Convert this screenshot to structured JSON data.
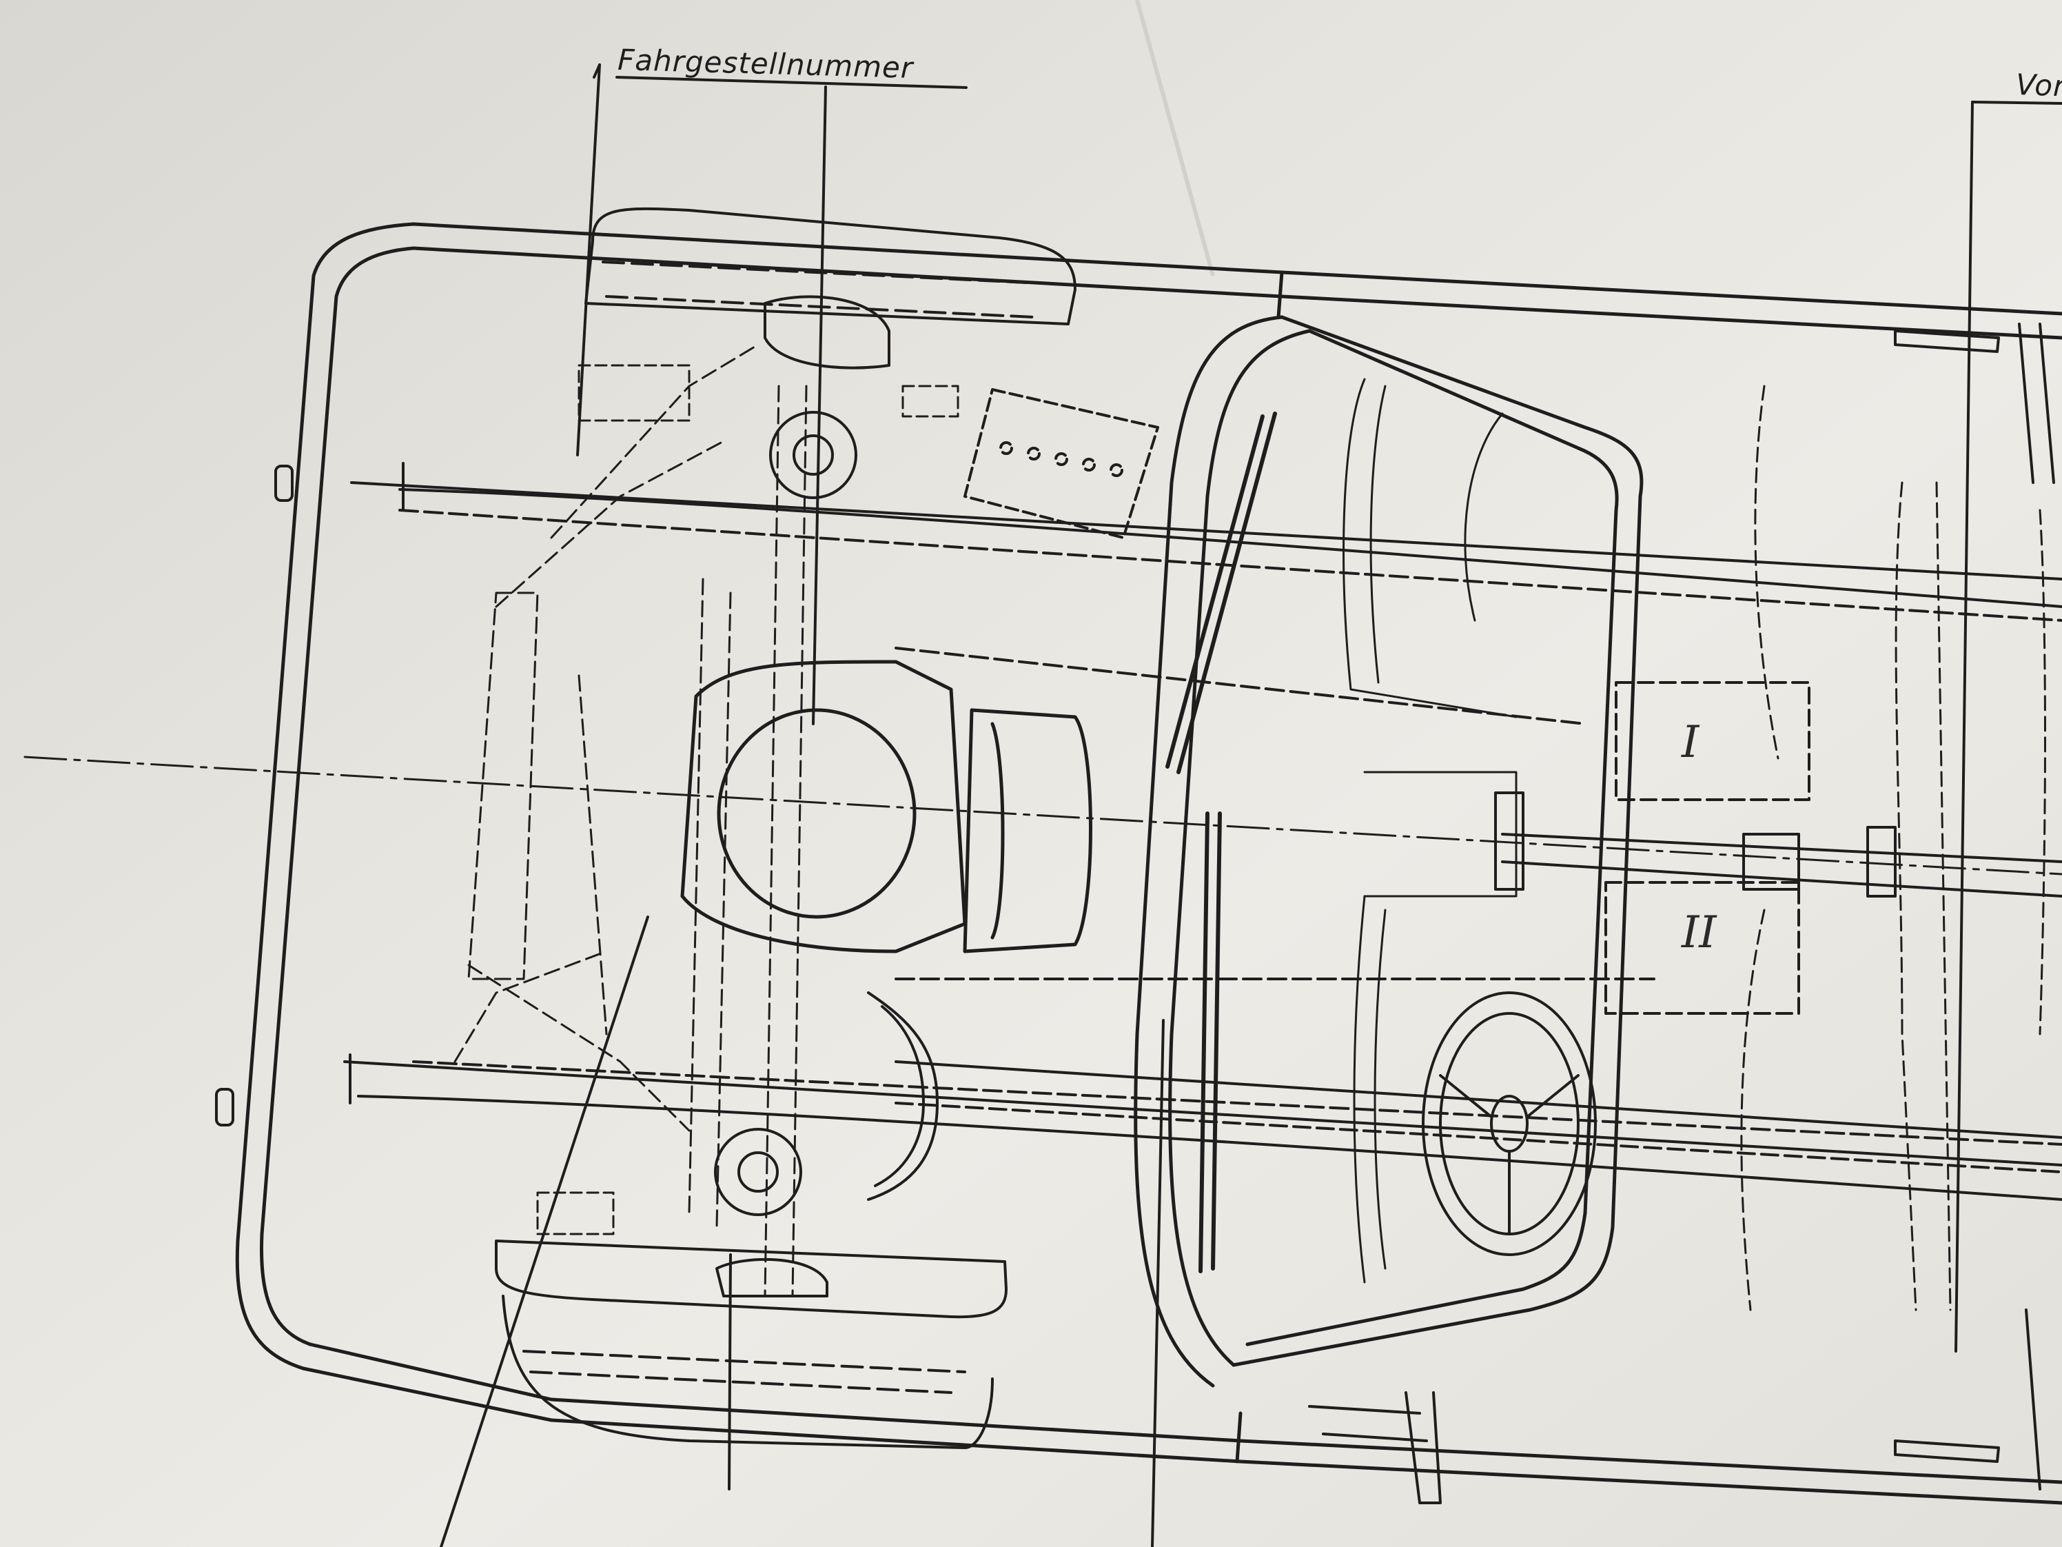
{
  "labels": {
    "chassis_number": "Fahrgestellnummer",
    "right_edge": "Vor"
  },
  "markers": {
    "roman_one": "I",
    "roman_two": "II"
  },
  "colors": {
    "paper": "#ebe9e3",
    "ink": "#1e1e1e",
    "shadow": "#cfccc4"
  }
}
